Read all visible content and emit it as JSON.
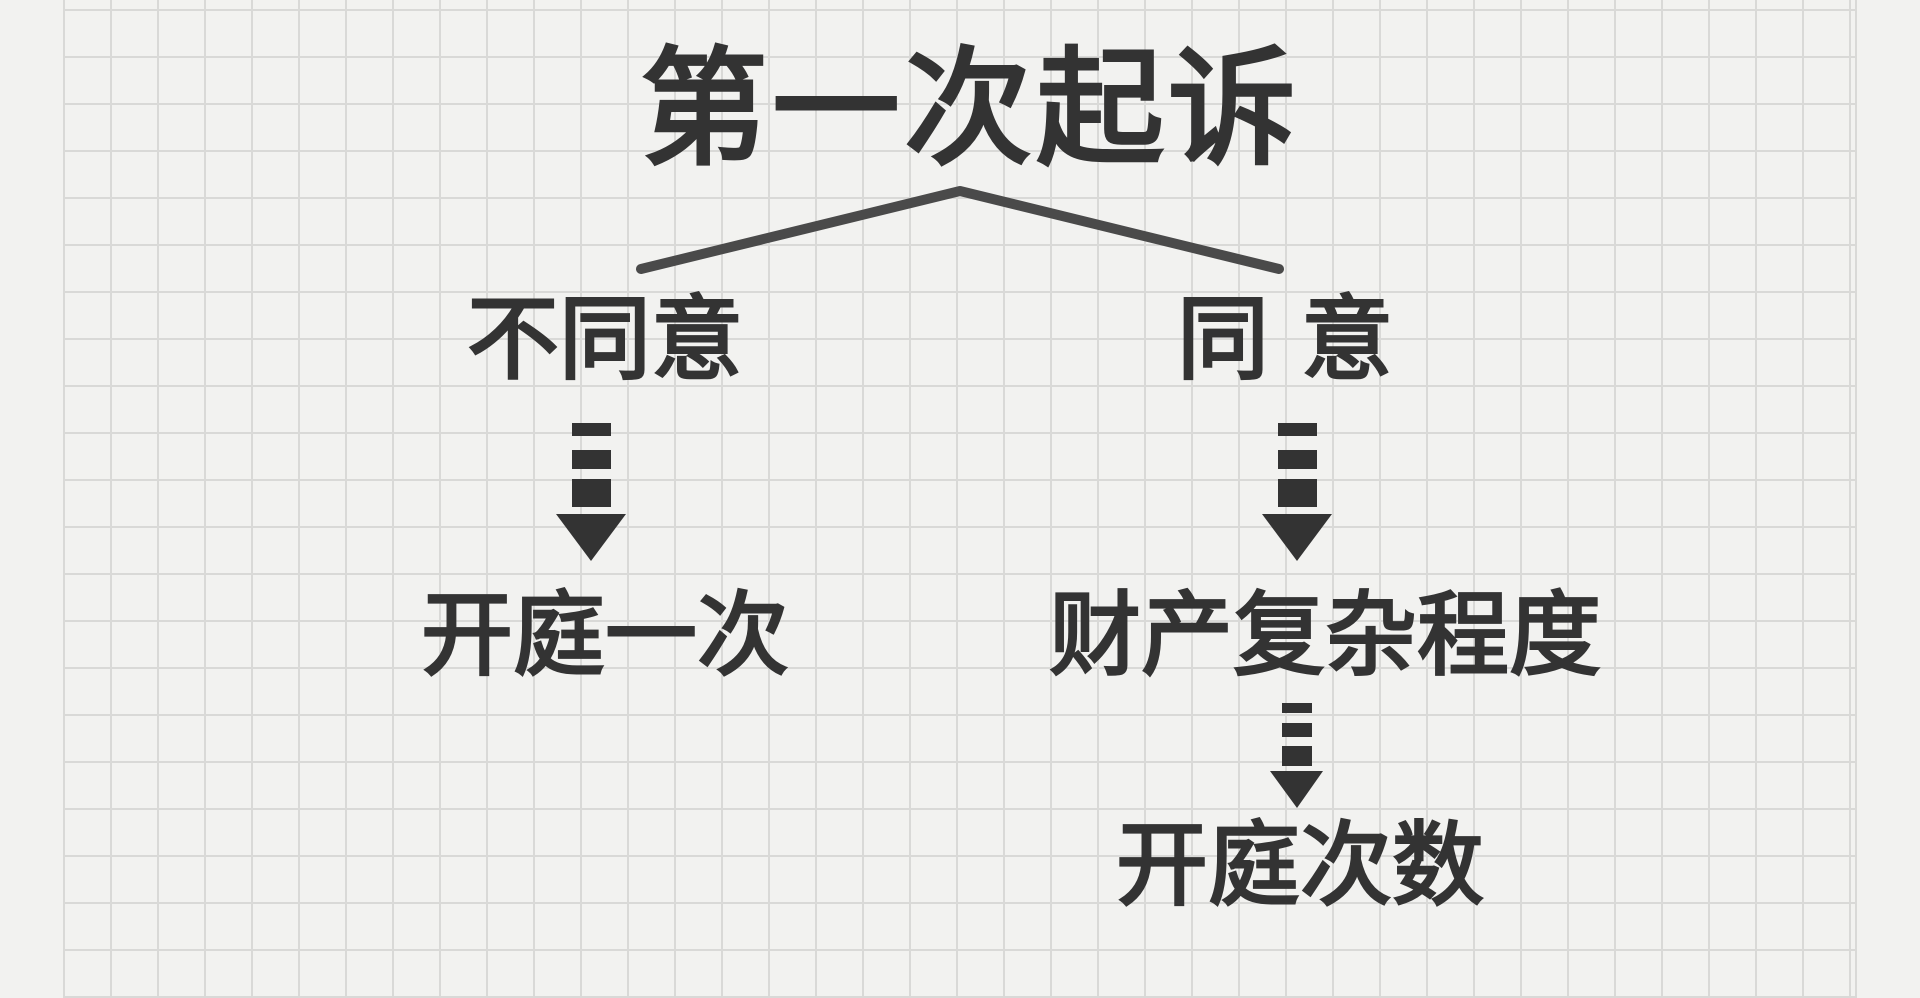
{
  "diagram": {
    "title": "第一次起诉",
    "branches": [
      {
        "condition": "不同意",
        "result": "开庭一次"
      },
      {
        "condition": "同 意",
        "result": "财产复杂程度",
        "sub_result": "开庭次数"
      }
    ]
  },
  "colors": {
    "text": "#333333",
    "connector": "#4a4a4a",
    "paper": "#f2f2f0",
    "grid_line": "#d9d9d7"
  },
  "icons": {
    "branch_connector": "chevron-up-icon",
    "flow_arrow": "dashed-down-arrow-icon"
  }
}
